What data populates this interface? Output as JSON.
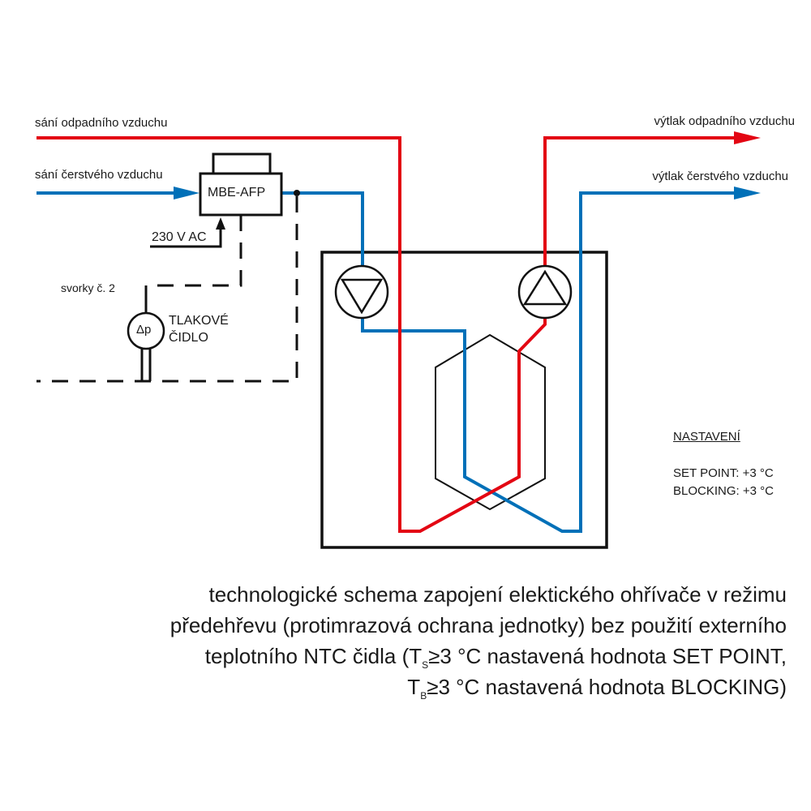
{
  "labels": {
    "intake_exhaust": "sání odpadního vzduchu",
    "intake_fresh": "sání čerstvého vzduchu",
    "out_exhaust": "výtlak odpadního vzduchu",
    "out_fresh": "výtlak čerstvého vzduchu",
    "heater": "MBE-AFP",
    "power": "230 V AC",
    "terminals": "svorky č. 2",
    "sensor_symbol": "Δp",
    "sensor_line1": "TLAKOVÉ",
    "sensor_line2": "ČIDLO"
  },
  "settings": {
    "title": "NASTAVENÍ",
    "set_point": "SET POINT:  +3 °C",
    "blocking": "BLOCKING: +3 °C"
  },
  "caption": {
    "line1": "technologické schema zapojení elektického ohřívače v režimu",
    "line2": "předehřevu (protimrazová ochrana jednotky) bez použití externího",
    "line3a": "teplotního NTC čidla (T",
    "line3sub": "S",
    "line3b": "≥3 °C nastavená hodnota SET POINT,",
    "line4a": "T",
    "line4sub": "B",
    "line4b": "≥3 °C nastavená hodnota BLOCKING)"
  },
  "colors": {
    "red": "#e30613",
    "blue": "#0070b8",
    "black": "#111111"
  }
}
